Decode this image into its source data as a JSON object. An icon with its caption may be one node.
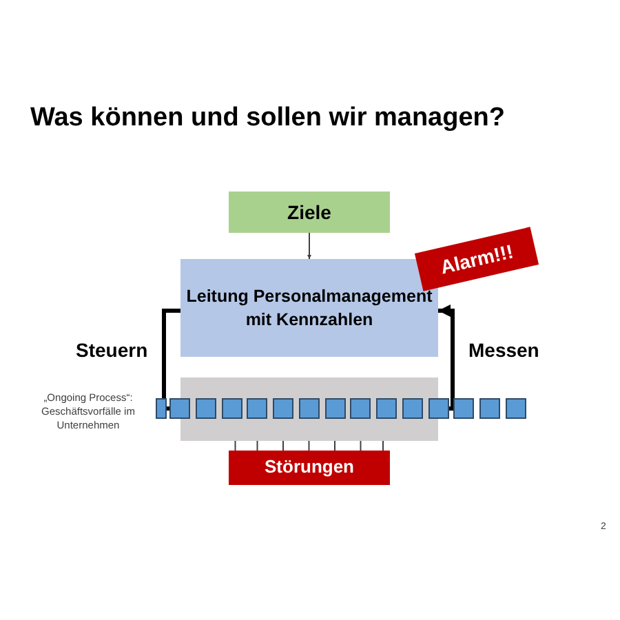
{
  "diagram": {
    "title": "Was können und sollen wir managen?",
    "nodes": [
      {
        "text": [
          "Ziele"
        ]
      },
      {
        "text": [
          "Leitung Personalmanagement mit Kennzahlen"
        ]
      },
      {
        "text": [
          "Alarm!!!"
        ]
      },
      {
        "text": [],
        "shape": "box"
      },
      {
        "text": [],
        "shape": "box"
      },
      {
        "text": [],
        "shape": "box"
      },
      {
        "text": [],
        "shape": "box",
        "in": 3
      },
      {
        "text": [],
        "shape": "box",
        "in": 3
      },
      {
        "text": [],
        "shape": "box",
        "in": 3
      },
      {
        "text": [],
        "shape": "box",
        "in": 3
      },
      {
        "text": [],
        "shape": "box",
        "in": 3
      },
      {
        "text": [],
        "shape": "box",
        "in": 3
      },
      {
        "text": [],
        "shape": "box",
        "in": 3
      },
      {
        "text": [],
        "shape": "box",
        "in": 3
      },
      {
        "text": [],
        "shape": "box",
        "in": 3
      },
      {
        "text": [],
        "shape": "box"
      },
      {
        "text": [],
        "shape": "box"
      },
      {
        "text": [],
        "shape": "box"
      },
      {
        "text": [],
        "shape": "box"
      },
      {
        "text": [
          "Störungen"
        ]
      }
    ],
    "edges": [
      {
        "from": 0,
        "to": 1,
        "arrow": "to"
      },
      {
        "from": 1,
        "to": 5,
        "arrow": "to",
        "style": "thick"
      },
      {
        "from": 15,
        "to": 1,
        "arrow": "to",
        "style": "thick"
      },
      {
        "from": 19,
        "to": 7,
        "arrow": "to"
      },
      {
        "from": 19,
        "to": 8,
        "arrow": "to"
      },
      {
        "from": 19,
        "to": 9,
        "arrow": "to"
      },
      {
        "from": 19,
        "to": 10,
        "arrow": "to"
      },
      {
        "from": 19,
        "to": 11,
        "arrow": "to"
      },
      {
        "from": 19,
        "to": 12,
        "arrow": "to"
      },
      {
        "from": 19,
        "to": 13,
        "arrow": "to"
      }
    ],
    "labels": [
      "Steuern",
      "Messen",
      "„Ongoing Process“: Geschäftsvorfälle im Unternehmen",
      "2"
    ]
  }
}
